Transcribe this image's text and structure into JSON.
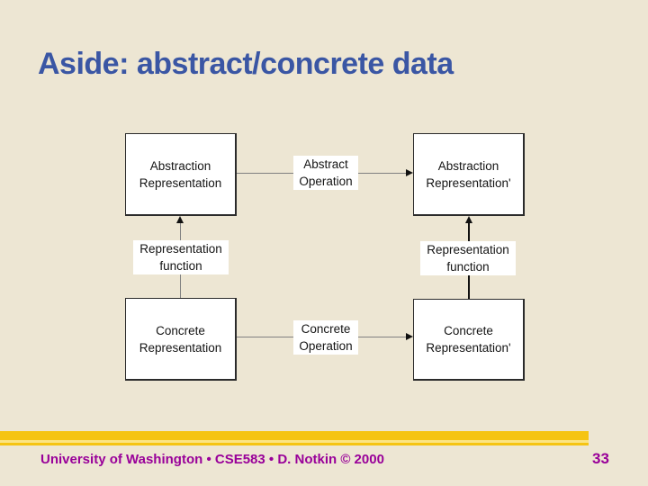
{
  "slide": {
    "title": "Aside: abstract/concrete data",
    "footer": "University of Washington • CSE583 • D. Notkin © 2000",
    "page_number": "33"
  },
  "diagram": {
    "boxes": [
      {
        "name": "abstraction-representation",
        "label": "Abstraction\nRepresentation"
      },
      {
        "name": "abstraction-representation-prime",
        "label": "Abstraction\nRepresentation'"
      },
      {
        "name": "concrete-representation",
        "label": "Concrete\nRepresentation"
      },
      {
        "name": "concrete-representation-prime",
        "label": "Concrete\nRepresentation'"
      }
    ],
    "edge_labels": [
      {
        "name": "abstract-operation",
        "label": "Abstract\nOperation"
      },
      {
        "name": "concrete-operation",
        "label": "Concrete\nOperation"
      },
      {
        "name": "representation-function-left",
        "label": "Representation\nfunction"
      },
      {
        "name": "representation-function-right",
        "label": "Representation\nfunction"
      }
    ]
  },
  "colors": {
    "background": "#EDE6D3",
    "title_text": "#3A56A4",
    "footer_text": "#990099",
    "gold_bar": "#F5C413",
    "gold_stripe_light": "#FBE484",
    "box_fill": "#FFFFFF",
    "box_border": "#2B2B2B",
    "connector_gray": "#808080",
    "connector_dark": "#111111"
  }
}
